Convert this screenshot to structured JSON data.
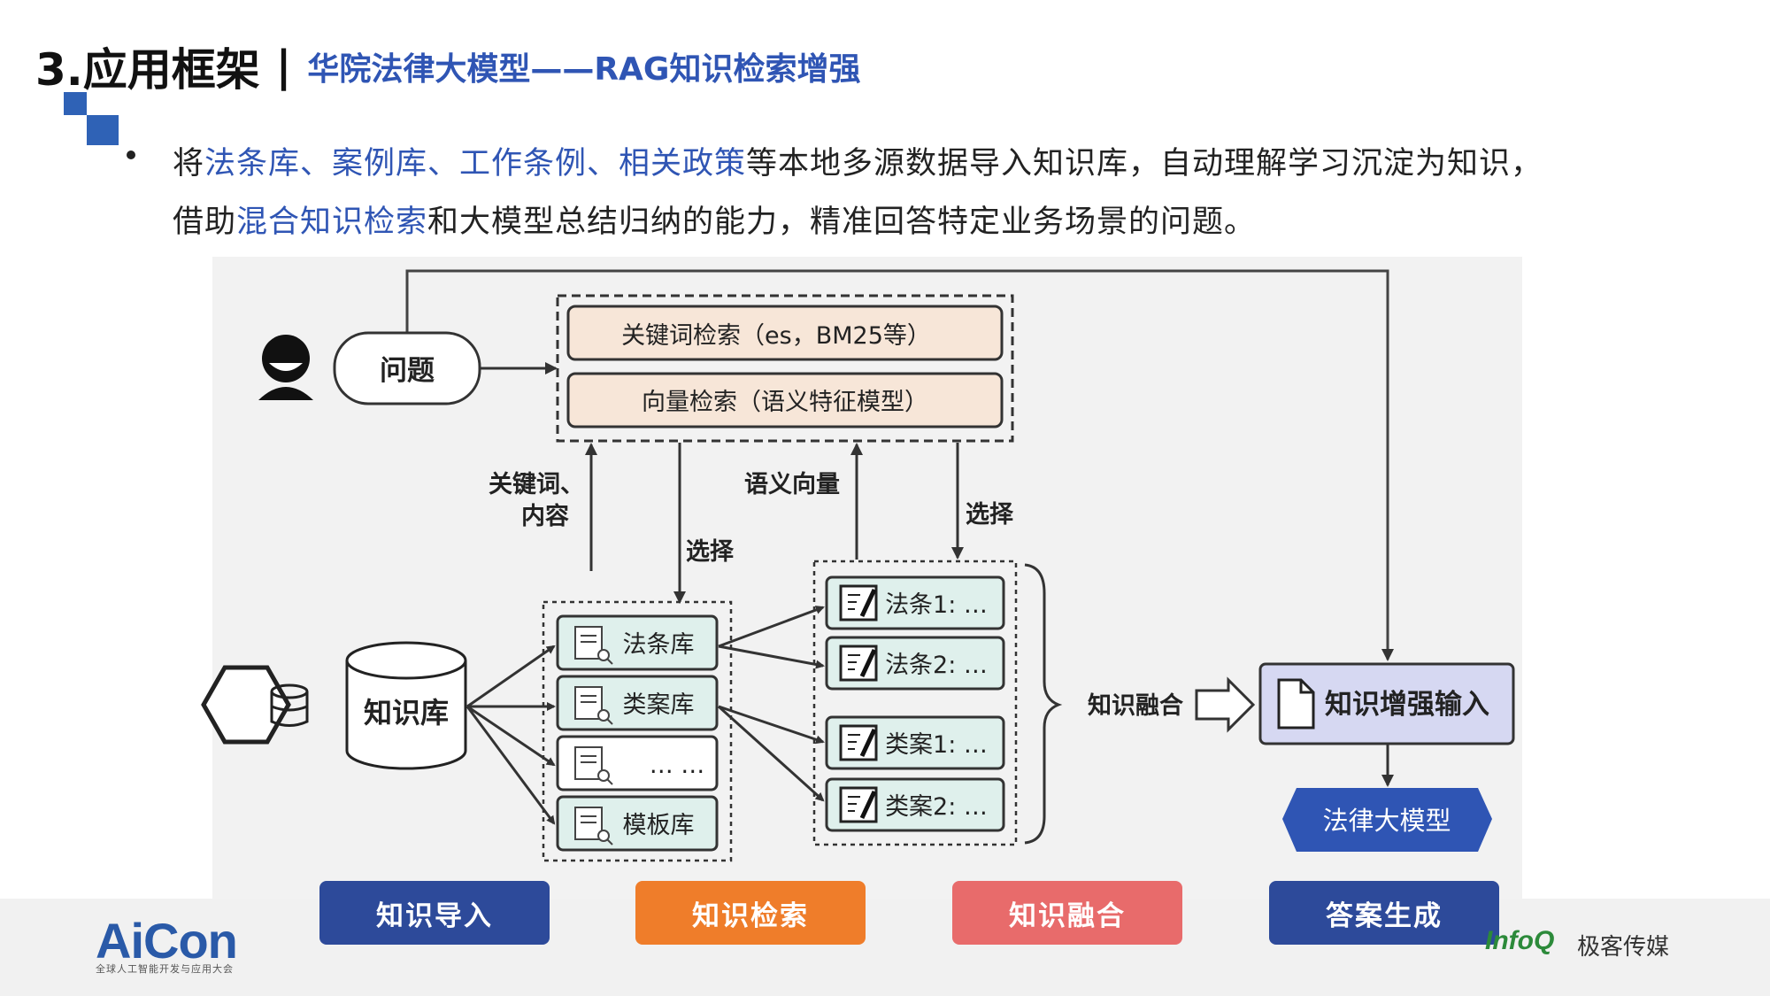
{
  "header": {
    "title": "3.应用框架",
    "separator": "|",
    "subtitle": "华院法律大模型——RAG知识检索增强"
  },
  "bullet": {
    "line1": {
      "pre": "将",
      "h1": "法条库、案例库、工作条例、相关政策",
      "post": "等本地多源数据导入知识库，自动理解学习沉淀为知识，"
    },
    "line2": {
      "pre": "借助",
      "h1": "混合知识检索",
      "post": "和大模型总结归纳的能力，精准回答特定业务场景的问题。"
    }
  },
  "diagram": {
    "question": "问题",
    "retrievers": [
      "关键词检索（es，BM25等）",
      "向量检索（语义特征模型）"
    ],
    "arrow_labels": {
      "keywords_line1": "关键词、",
      "keywords_line2": "内容",
      "select1": "选择",
      "semantic": "语义向量",
      "select2": "选择",
      "fusion": "知识融合"
    },
    "knowledge_base": "知识库",
    "libraries": [
      "法条库",
      "类案库",
      "… …",
      "模板库"
    ],
    "results": [
      "法条1: …",
      "法条2: …",
      "类案1: …",
      "类案2: …"
    ],
    "enhanced_input": "知识增强输入",
    "llm": "法律大模型"
  },
  "stages": [
    {
      "label": "知识导入",
      "color": "#2d4a9a"
    },
    {
      "label": "知识检索",
      "color": "#ef7d2a"
    },
    {
      "label": "知识融合",
      "color": "#e86b6b"
    },
    {
      "label": "答案生成",
      "color": "#2d4a9a"
    }
  ],
  "footer": {
    "aicon": "AiCon",
    "aicon_sub": "全球人工智能开发与应用大会",
    "infoq": "InfoQ",
    "geek": "极客传媒"
  },
  "colors": {
    "accent_blue": "#2f55b4",
    "retriever_fill": "#f7e6d8",
    "library_fill": "#dff0ec",
    "enhanced_fill": "#d6d8f2",
    "llm_fill": "#2f55b4"
  }
}
